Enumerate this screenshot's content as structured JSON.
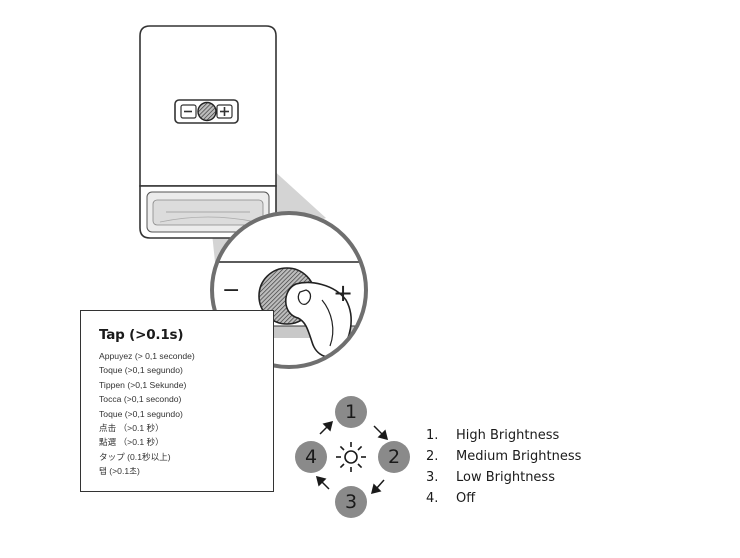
{
  "device": {
    "minus_symbol": "−",
    "plus_symbol": "+"
  },
  "tap_box": {
    "title": "Tap (>0.1s)",
    "lines": [
      "Appuyez (> 0,1 seconde)",
      "Toque (>0,1 segundo)",
      "Tippen (>0,1 Sekunde)",
      "Tocca (>0,1 secondo)",
      "Toque (>0,1 segundo)",
      "点击 （>0.1 秒）",
      "點選 （>0.1 秒）",
      "タップ (0.1秒以上)",
      "탭 (>0.1초)"
    ]
  },
  "cycle": {
    "steps": [
      "1",
      "2",
      "3",
      "4"
    ],
    "center_icon": "sun-icon"
  },
  "legend": {
    "items": [
      {
        "num": "1.",
        "label": "High Brightness"
      },
      {
        "num": "2.",
        "label": "Medium Brightness"
      },
      {
        "num": "3.",
        "label": "Low Brightness"
      },
      {
        "num": "4.",
        "label": "Off"
      }
    ]
  },
  "colors": {
    "badge": "#8a8a8a",
    "outline": "#333333",
    "zoom_cone": "#d4d4d4"
  }
}
